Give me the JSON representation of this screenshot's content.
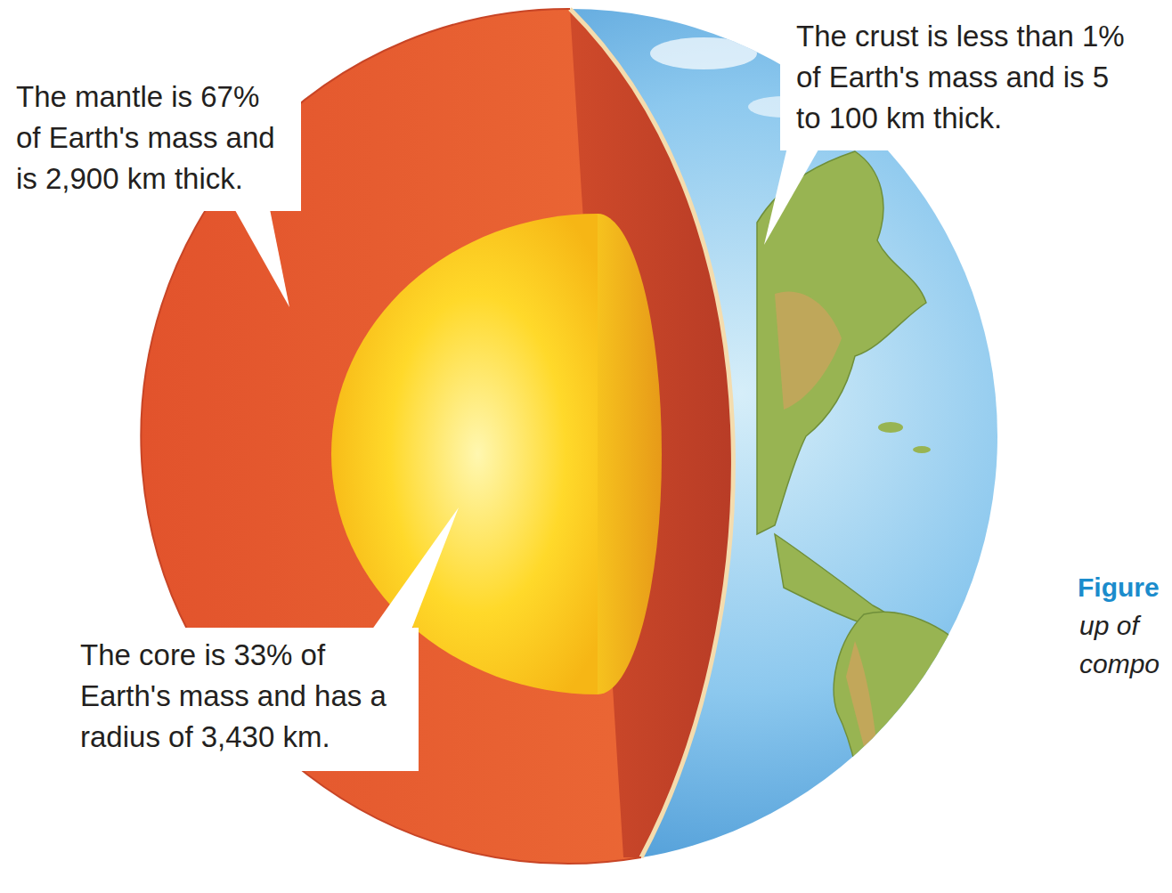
{
  "diagram": {
    "nodes": [
      {
        "text": [
          "The mantle is 67% of Earth's mass and is 2,900 km thick."
        ]
      },
      {
        "text": [
          "The crust is less than 1% of Earth's mass and is 5 to 100 km thick."
        ]
      },
      {
        "text": [
          "The core is 33% of Earth's mass and has a radius of 3,430 km."
        ]
      }
    ],
    "labels": [
      "Figure",
      "up of",
      "compo"
    ]
  }
}
